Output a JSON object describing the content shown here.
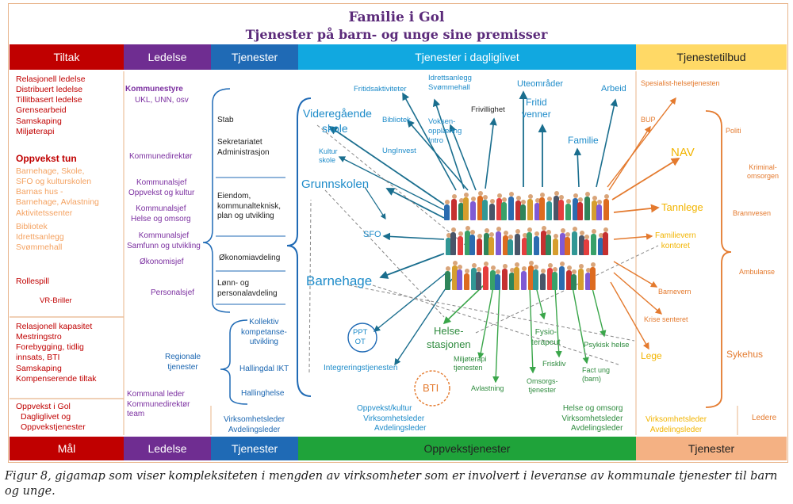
{
  "title": "Familie i Gol",
  "subtitle": "Tjenester på barn- og unge sine premisser",
  "header_bars": [
    "Tiltak",
    "Ledelse",
    "Tjenester",
    "Tjenester i dagliglivet",
    "Tjenestetilbud"
  ],
  "footer_bars": [
    "Mål",
    "Ledelse",
    "Tjenester",
    "Oppvekstjenester",
    "Tjenester"
  ],
  "colors": {
    "red": "#c00000",
    "purple": "#6f2d91",
    "blue": "#1f6ab5",
    "cyan": "#11a8e0",
    "yellow": "#ffd966",
    "green": "#1fa33a",
    "salmon": "#f4b183"
  },
  "tiltak": {
    "top": [
      "Relasjonell ledelse",
      "Distribuert ledelse",
      "Tillitbasert ledelse",
      "Grensearbeid",
      "Samskaping",
      "Miljøterapi"
    ],
    "oppvekst_title": "Oppvekst tun",
    "oppvekst": [
      "Barnehage, Skole,",
      "SFO og kulturskolen",
      "Barnas hus -",
      "Barnehage, Avlastning",
      "Aktivitetssenter",
      "Bibliotek",
      "Idrettsanlegg",
      "Svømmehall"
    ],
    "rollespill": "Rollespill",
    "vr": "VR-Briller"
  },
  "mal": [
    "Relasjonell kapasitet",
    "Mestringstro",
    "Forebygging, tidlig",
    "innsats, BTI",
    "Samskaping",
    "Kompenserende tiltak"
  ],
  "mal_bottom": [
    "Oppvekst i Gol",
    "Dagliglivet og",
    "Oppvekstjenester"
  ],
  "ledelse": {
    "kommunestyre": "Kommunestyre",
    "ukl": "UKL, UNN, osv",
    "direktor": "Kommunedirektør",
    "ks_oppvekst": [
      "Kommunalsjef",
      "Oppvekst og kultur"
    ],
    "ks_helse": [
      "Kommunalsjef",
      "Helse og omsorg"
    ],
    "ks_samfunn": [
      "Kommunalsjef",
      "Samfunn og utvikling"
    ],
    "okonomisjef": "Økonomisjef",
    "personalsjef": "Personalsjef",
    "regionale": [
      "Regionale",
      "tjenester"
    ],
    "kommunal_leder": [
      "Kommunal leder",
      "Kommunedirektør",
      "team"
    ]
  },
  "tjenester": {
    "stab": "Stab",
    "sekretariat": [
      "Sekretariatet",
      "Administrasjon"
    ],
    "eiendom": [
      "Eiendom,",
      "kommunalteknisk,",
      "plan og utvikling"
    ],
    "okonomiavdeling": "Økonomiavdeling",
    "lonn": [
      "Lønn- og",
      "personalavdeling"
    ],
    "kollektiv": [
      "Kollektiv",
      "kompetanse-",
      "utvikling"
    ],
    "ikt": "Hallingdal IKT",
    "hallinghelse": "Hallinghelse",
    "virksomhet": [
      "Virksomhetsleder",
      "Avdelingsleder"
    ]
  },
  "daglig": {
    "videregaende": [
      "Videregående",
      "skole"
    ],
    "kulturskole": [
      "Kultur",
      "skole"
    ],
    "grunnskolen": "Grunnskolen",
    "sfo": "SFO",
    "barnehage": "Barnehage",
    "ppt": [
      "PPT",
      "OT"
    ],
    "integrering": "Integreringstjenesten",
    "fritid_akt": "Fritidsaktiviteter",
    "idrett": [
      "Idrettsanlegg",
      "Svømmehall"
    ],
    "bibliotek": "Bibliotek",
    "voksen": [
      "Voksen-",
      "opplæring",
      "Intro"
    ],
    "unginvest": "UngInvest",
    "frivillighet": "Frivillighet",
    "uteomrader": "Uteområder",
    "fritid_venner": [
      "Fritid",
      "venner"
    ],
    "arbeid": "Arbeid",
    "familie": "Familie",
    "helsestasjon": [
      "Helse-",
      "stasjonen"
    ],
    "miljoterapi": [
      "Miljøterapi",
      "tjenesten"
    ],
    "avlastning": "Avlastning",
    "fysio": [
      "Fysio-",
      "terapeut"
    ],
    "friskliv": "Friskliv",
    "omsorg": [
      "Omsorgs-",
      "tjenester"
    ],
    "fact": [
      "Fact ung",
      "(barn)"
    ],
    "psykisk": "Psykisk helse",
    "bti": "BTI",
    "bottom_oppvekst": [
      "Oppvekst/kultur",
      "Virksomhetsleder",
      "Avdelingsleder"
    ],
    "bottom_helse": [
      "Helse og omsorg",
      "Virksomhetsleder",
      "Avdelingsleder"
    ]
  },
  "tilbud": {
    "spesialist": "Spesialist-helsetjenesten",
    "bup": "BUP",
    "nav": "NAV",
    "tannlege": "Tannlege",
    "familievern": [
      "Familievern",
      "kontoret"
    ],
    "barnevern": "Barnevern",
    "krise": "Krise senteret",
    "lege": "Lege",
    "politi": "Politi",
    "kriminal": [
      "Kriminal-",
      "omsorgen"
    ],
    "brannvesen": "Brannvesen",
    "ambulanse": "Ambulanse",
    "sykehus": "Sykehus",
    "ledere": "Ledere",
    "virksomhet": [
      "Virksomhetsleder",
      "Avdelingsleder"
    ]
  },
  "caption": "Figur 8, gigamap som viser kompleksiteten i mengden av virksomheter som er involvert i leveranse av kommunale tjenester til barn og unge."
}
